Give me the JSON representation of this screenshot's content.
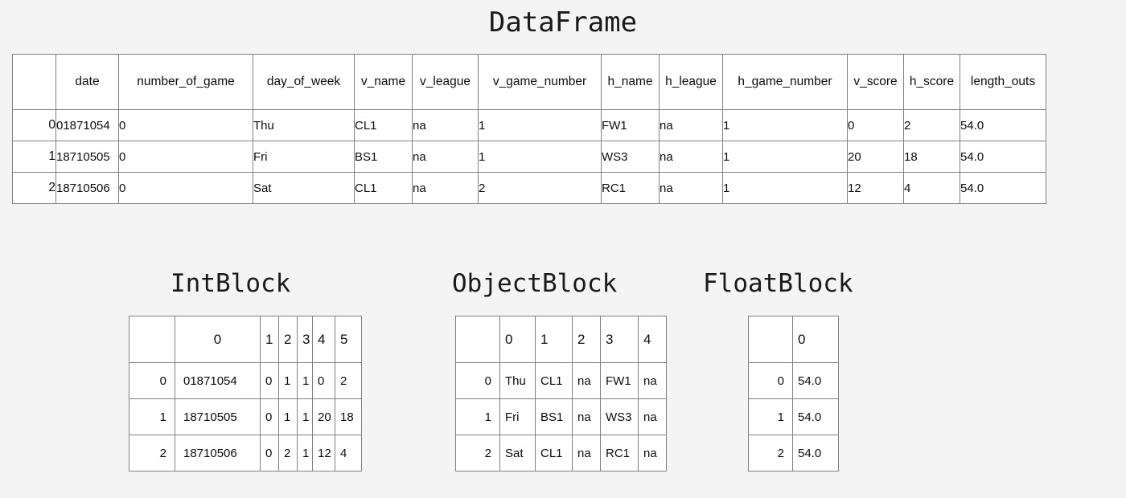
{
  "page": {
    "background": "#f4f4f4",
    "colors": {
      "int_yellow": "#f0ce5c",
      "object_green": "#79d2a1",
      "float_orange": "#ee9a57",
      "grid_line": "#808080",
      "text": "#0d0d0d"
    }
  },
  "dataframe": {
    "title": "DataFrame",
    "index_header": "",
    "columns": [
      "date",
      "number_of_game",
      "day_of_week",
      "v_name",
      "v_league",
      "v_game_number",
      "h_name",
      "h_league",
      "h_game_number",
      "v_score",
      "h_score",
      "length_outs"
    ],
    "column_types": [
      "int",
      "int",
      "object",
      "object",
      "object",
      "int",
      "object",
      "object",
      "int",
      "int",
      "int",
      "float"
    ],
    "index": [
      "0",
      "1",
      "2"
    ],
    "rows": [
      {
        "index": "0",
        "cells": [
          "01871054",
          "0",
          "Thu",
          "CL1",
          "na",
          "1",
          "FW1",
          "na",
          "1",
          "0",
          "2",
          "54.0"
        ]
      },
      {
        "index": "1",
        "cells": [
          "18710505",
          "0",
          "Fri",
          "BS1",
          "na",
          "1",
          "WS3",
          "na",
          "1",
          "20",
          "18",
          "54.0"
        ]
      },
      {
        "index": "2",
        "cells": [
          "18710506",
          "0",
          "Sat",
          "CL1",
          "na",
          "2",
          "RC1",
          "na",
          "1",
          "12",
          "4",
          "54.0"
        ]
      }
    ]
  },
  "int_block": {
    "title": "IntBlock",
    "columns": [
      "0",
      "1",
      "2",
      "3",
      "4",
      "5"
    ],
    "index": [
      "0",
      "1",
      "2"
    ],
    "rows": [
      {
        "index": "0",
        "cells": [
          "01871054",
          "0",
          "1",
          "1",
          "0",
          "2"
        ]
      },
      {
        "index": "1",
        "cells": [
          "18710505",
          "0",
          "1",
          "1",
          "20",
          "18"
        ]
      },
      {
        "index": "2",
        "cells": [
          "18710506",
          "0",
          "2",
          "1",
          "12",
          "4"
        ]
      }
    ]
  },
  "object_block": {
    "title": "ObjectBlock",
    "columns": [
      "0",
      "1",
      "2",
      "3",
      "4"
    ],
    "index": [
      "0",
      "1",
      "2"
    ],
    "rows": [
      {
        "index": "0",
        "cells": [
          "Thu",
          "CL1",
          "na",
          "FW1",
          "na"
        ]
      },
      {
        "index": "1",
        "cells": [
          "Fri",
          "BS1",
          "na",
          "WS3",
          "na"
        ]
      },
      {
        "index": "2",
        "cells": [
          "Sat",
          "CL1",
          "na",
          "RC1",
          "na"
        ]
      }
    ]
  },
  "float_block": {
    "title": "FloatBlock",
    "columns": [
      "0"
    ],
    "index": [
      "0",
      "1",
      "2"
    ],
    "rows": [
      {
        "index": "0",
        "cells": [
          "54.0"
        ]
      },
      {
        "index": "1",
        "cells": [
          "54.0"
        ]
      },
      {
        "index": "2",
        "cells": [
          "54.0"
        ]
      }
    ]
  }
}
